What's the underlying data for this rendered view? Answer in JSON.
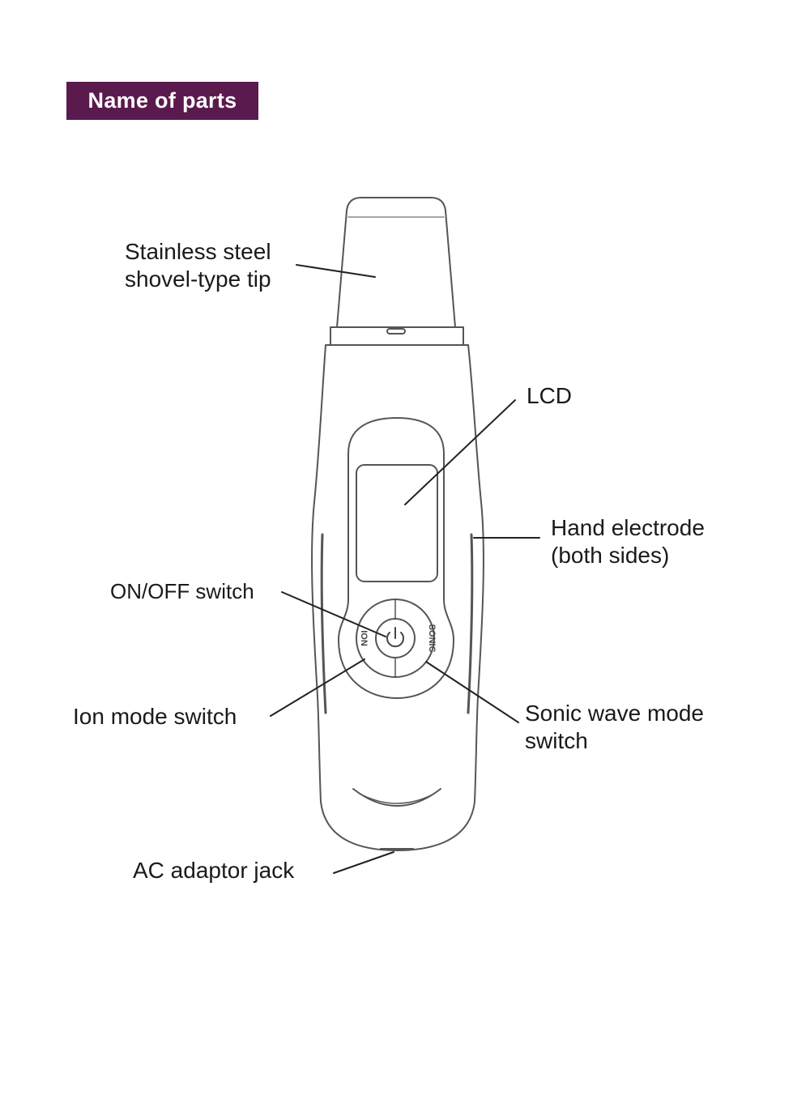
{
  "title": "Name of parts",
  "colors": {
    "banner": "#5a1a4e",
    "banner_text": "#ffffff",
    "line": "#333333",
    "text": "#1a1a1a"
  },
  "device": {
    "button_ion": "ION",
    "button_sonic": "SONIC",
    "power_icon": "power-icon"
  },
  "labels": {
    "tip": [
      "Stainless steel",
      "shovel-type tip"
    ],
    "lcd": "LCD",
    "hand_electrode": [
      "Hand electrode",
      "(both sides)"
    ],
    "onoff": "ON/OFF switch",
    "ion": "Ion mode switch",
    "sonic": [
      "Sonic wave mode",
      "switch"
    ],
    "ac": "AC adaptor  jack"
  }
}
